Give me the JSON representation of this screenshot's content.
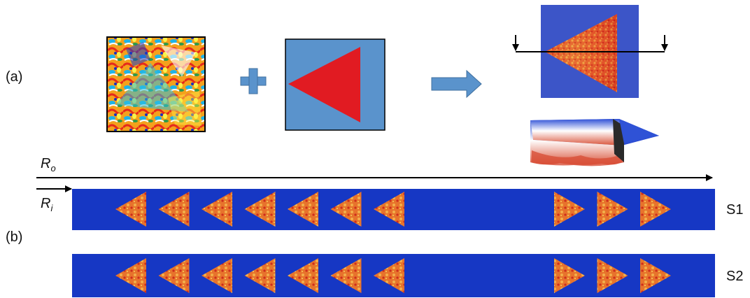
{
  "panel_a": {
    "label": "(a)"
  },
  "panel_b": {
    "label": "(b)",
    "outer_radius_label": "R",
    "outer_radius_sub": "o",
    "inner_radius_label": "R",
    "inner_radius_sub": "i",
    "strips": [
      {
        "label": "S1",
        "left_group": "left-pointing",
        "right_group": "right-pointing",
        "left_count": 7,
        "right_count": 3
      },
      {
        "label": "S2",
        "left_group": "left-pointing",
        "right_group": "right-pointing",
        "left_count": 7,
        "right_count": 3
      }
    ]
  },
  "colors": {
    "strip_blue": "#1637c4",
    "mask_blue": "#5a93cc",
    "mask_red": "#e11b22",
    "plus_arrow": "#5a93cc",
    "map_blue": "#3c55c8"
  }
}
